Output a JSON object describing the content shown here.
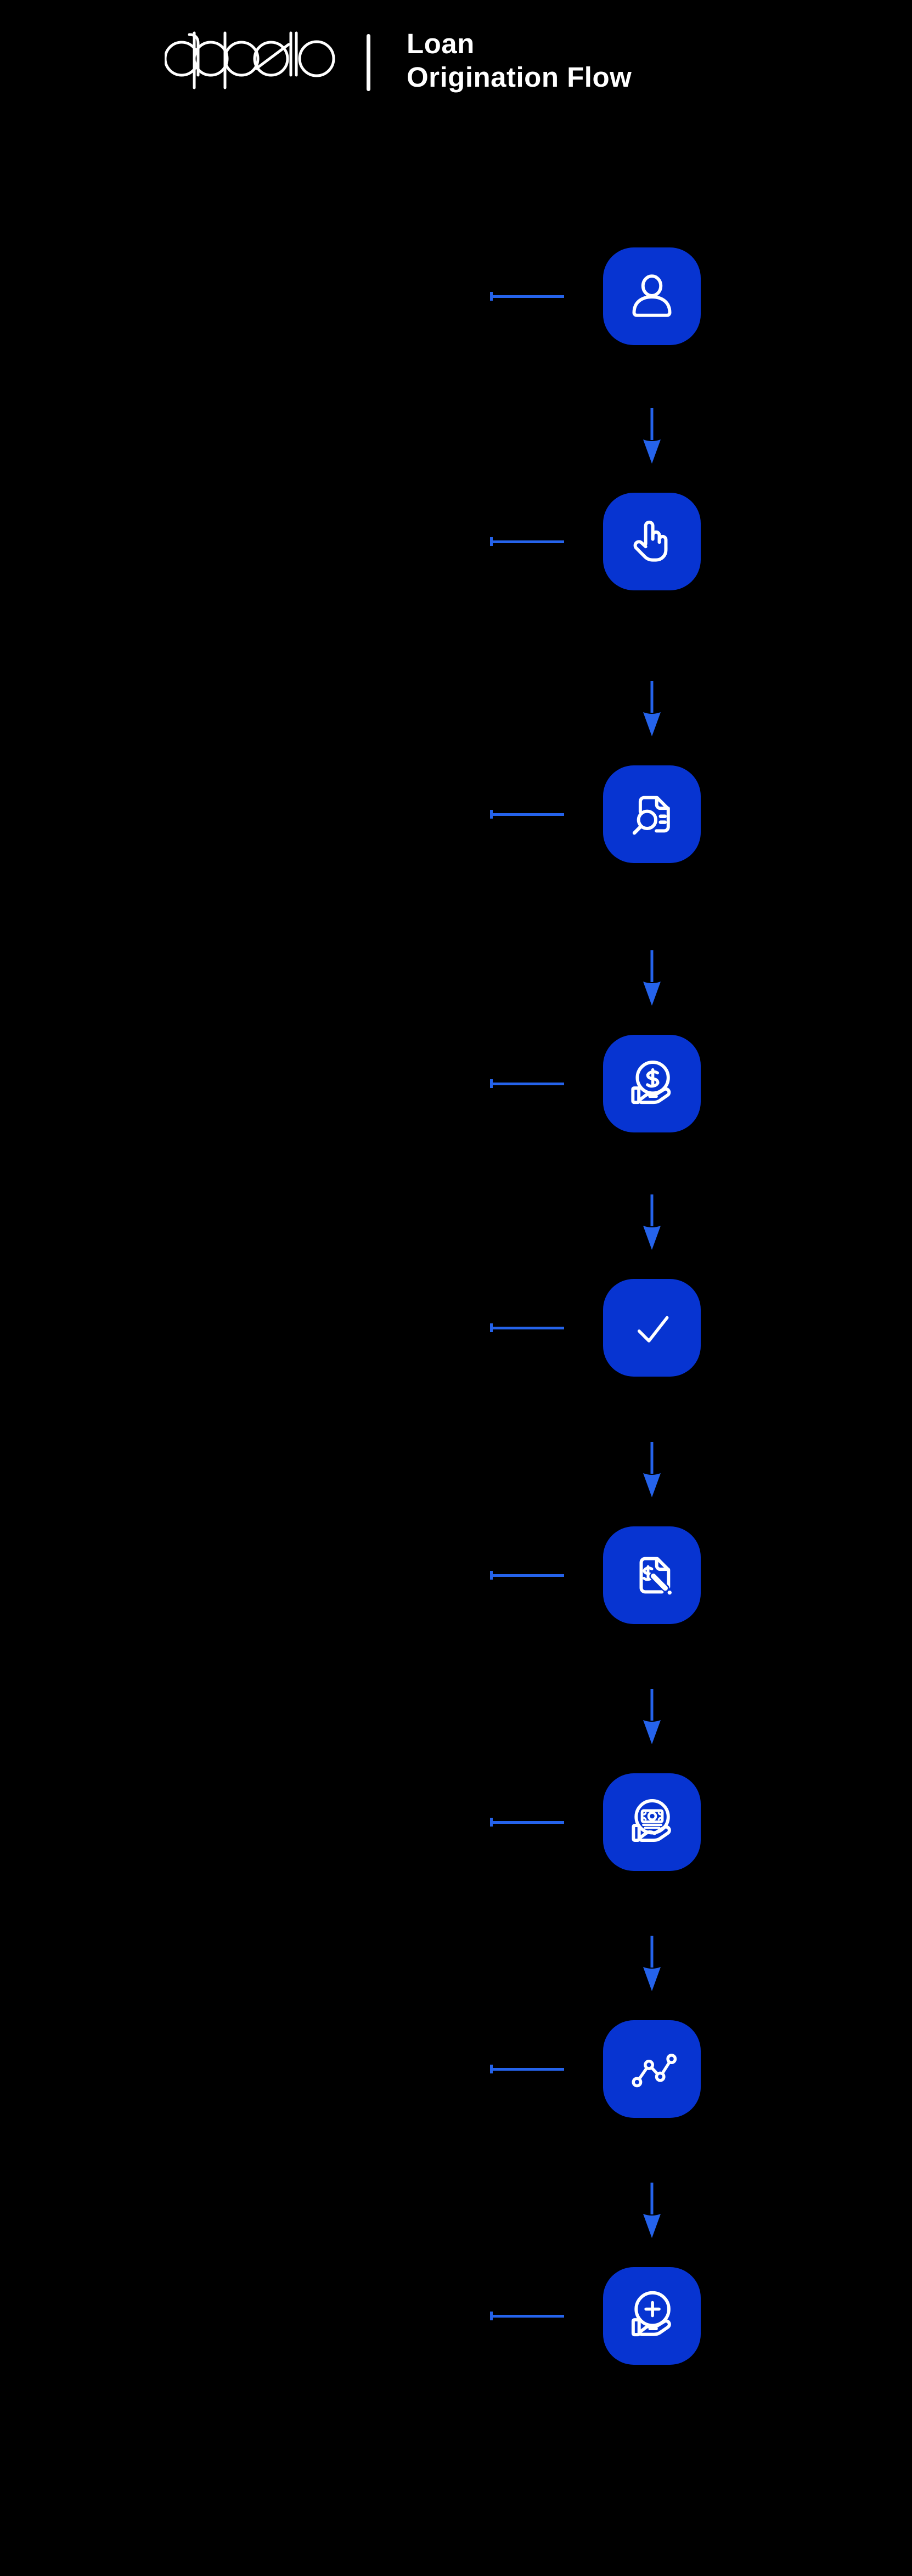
{
  "brand": {
    "logo_text": "appello"
  },
  "header": {
    "title_line1": "Loan",
    "title_line2": "Origination Flow"
  },
  "colors": {
    "background": "#000000",
    "tile_blue": "#0734D1",
    "accent_blue": "#2563EB",
    "icon_white": "#FFFFFF"
  },
  "flow": {
    "steps": [
      {
        "name": "step-user",
        "icon": "user-icon"
      },
      {
        "name": "step-select",
        "icon": "tap-hand-icon"
      },
      {
        "name": "step-document-review",
        "icon": "document-search-icon"
      },
      {
        "name": "step-offer",
        "icon": "hand-coin-dollar-icon"
      },
      {
        "name": "step-approval",
        "icon": "checkmark-icon"
      },
      {
        "name": "step-signing",
        "icon": "loan-signing-document-icon"
      },
      {
        "name": "step-disbursement",
        "icon": "hand-cash-icon"
      },
      {
        "name": "step-monitoring",
        "icon": "trend-line-chart-icon"
      },
      {
        "name": "step-additional",
        "icon": "hand-circle-plus-icon"
      }
    ]
  }
}
